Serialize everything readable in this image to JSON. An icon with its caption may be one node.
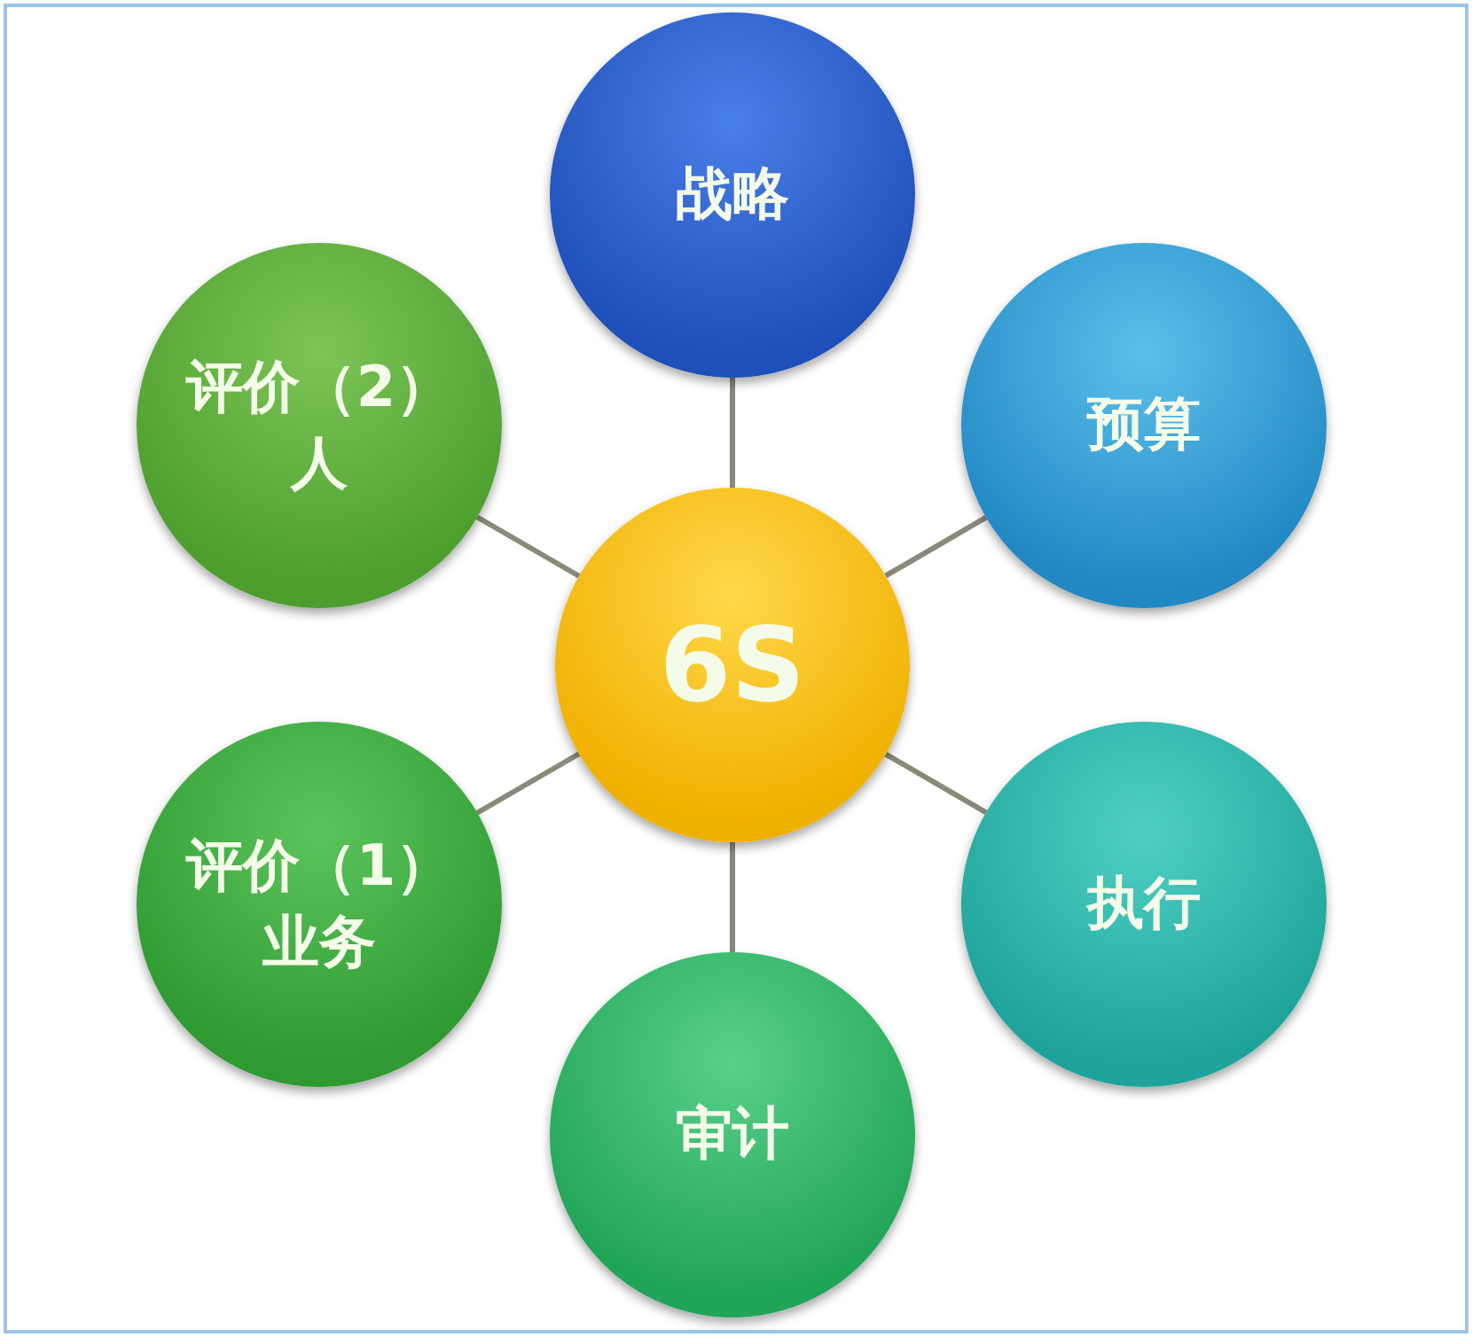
{
  "diagram": {
    "nodes": [
      {
        "text": [
          "6S"
        ]
      },
      {
        "text": [
          "战略"
        ]
      },
      {
        "text": [
          "预算"
        ]
      },
      {
        "text": [
          "执行"
        ]
      },
      {
        "text": [
          "审计"
        ]
      },
      {
        "text": [
          "评价（1）业务"
        ]
      },
      {
        "text": [
          "评价（2）人"
        ]
      }
    ],
    "edges": [
      {
        "from": 0,
        "to": 1,
        "arrow": "none"
      },
      {
        "from": 0,
        "to": 2,
        "arrow": "none"
      },
      {
        "from": 0,
        "to": 3,
        "arrow": "none"
      },
      {
        "from": 0,
        "to": 4,
        "arrow": "none"
      },
      {
        "from": 0,
        "to": 5,
        "arrow": "none"
      },
      {
        "from": 0,
        "to": 6,
        "arrow": "none"
      }
    ]
  }
}
